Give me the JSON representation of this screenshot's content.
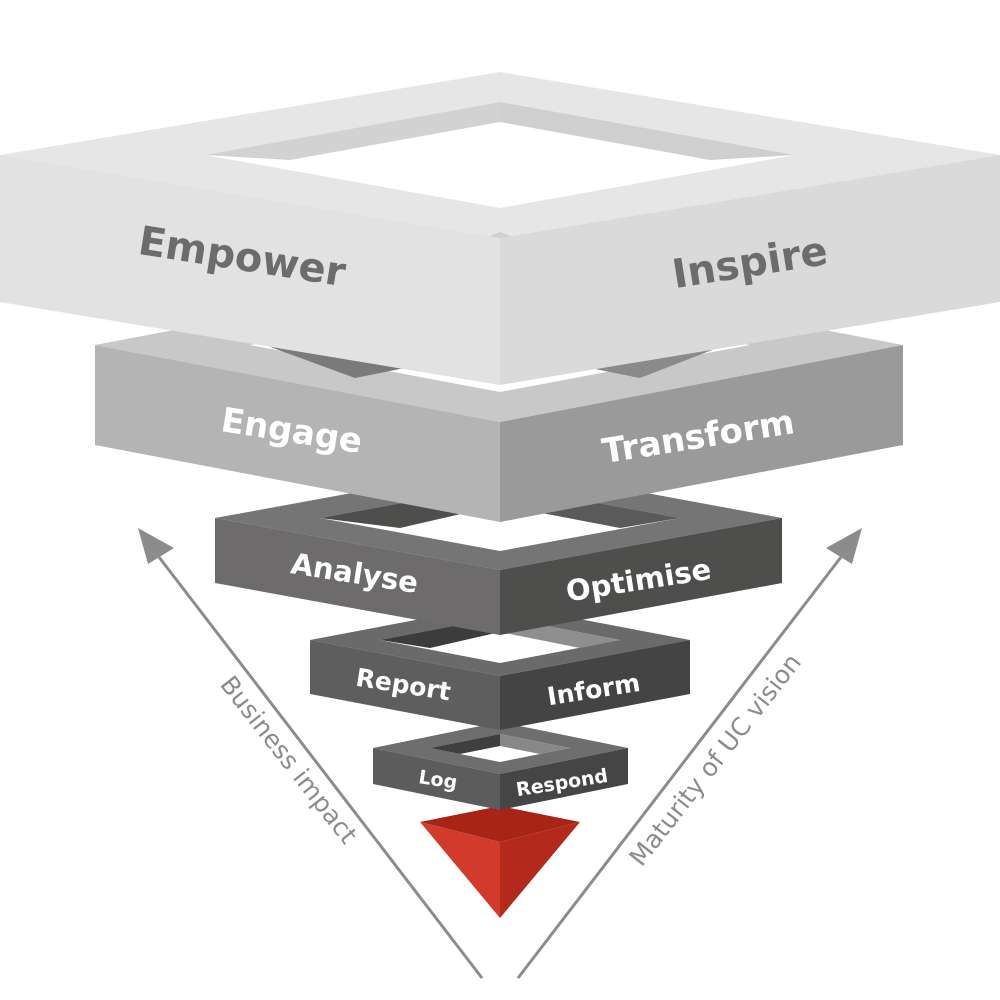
{
  "levels": [
    {
      "left": "Empower",
      "right": "Inspire"
    },
    {
      "left": "Engage",
      "right": "Transform"
    },
    {
      "left": "Analyse",
      "right": "Optimise"
    },
    {
      "left": "Report",
      "right": "Inform"
    },
    {
      "left": "Log",
      "right": "Respond"
    }
  ],
  "axes": {
    "left": "Business impact",
    "right": "Maturity of UC vision"
  },
  "colors": {
    "level1": "#dedede",
    "level2": "#b9b9b9",
    "level3": "#6c6b6a",
    "level4": "#5a5a59",
    "level5": "#58575a",
    "tip": "#c42d20",
    "arrow": "#8c8c8c"
  }
}
